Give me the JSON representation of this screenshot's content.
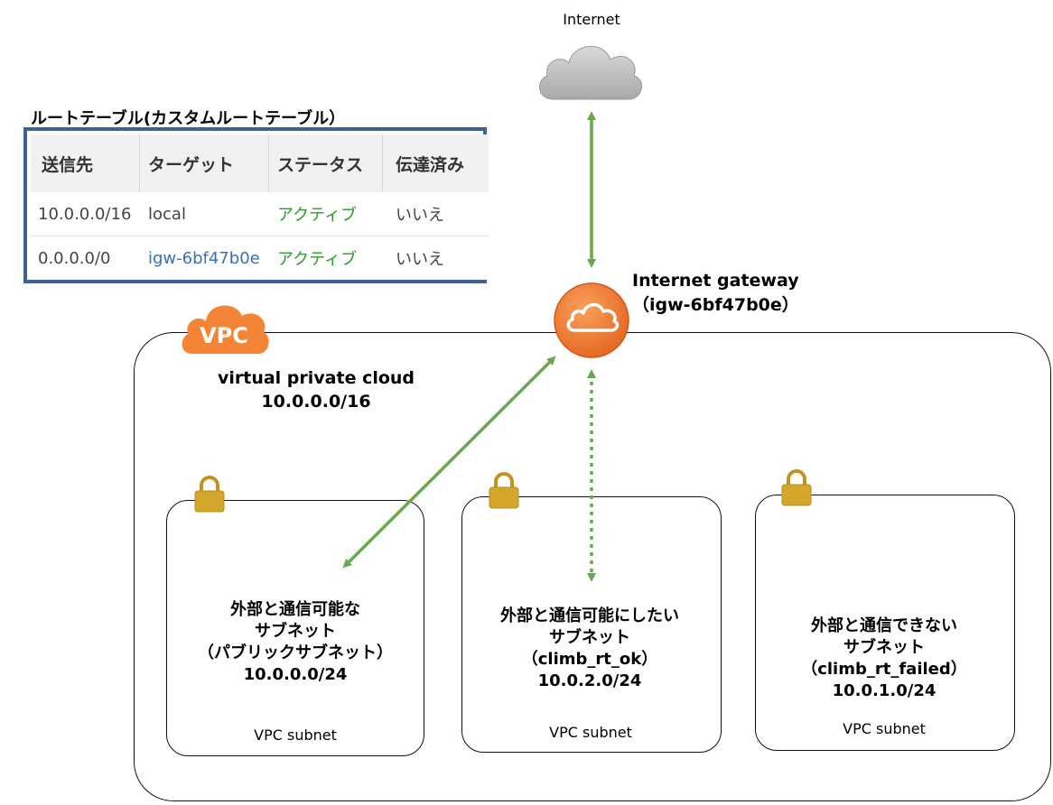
{
  "internet": {
    "label": "Internet"
  },
  "route_table": {
    "title": "ルートテーブル(カスタムルートテーブル）",
    "columns": [
      "送信先",
      "ターゲット",
      "ステータス",
      "伝達済み"
    ],
    "rows": [
      {
        "destination": "10.0.0.0/16",
        "target": "local",
        "status": "アクティブ",
        "propagated": "いいえ"
      },
      {
        "destination": "0.0.0.0/0",
        "target": "igw-6bf47b0e",
        "status": "アクティブ",
        "propagated": "いいえ"
      }
    ]
  },
  "gateway": {
    "name": "Internet gateway",
    "id": "（igw-6bf47b0e）"
  },
  "vpc": {
    "badge": "VPC",
    "name": "virtual private cloud",
    "cidr": "10.0.0.0/16"
  },
  "subnets": [
    {
      "line1": "外部と通信可能な",
      "line2": "サブネット",
      "line3": "（パブリックサブネット）",
      "cidr": "10.0.0.0/24",
      "caption": "VPC subnet"
    },
    {
      "line1": "外部と通信可能にしたい",
      "line2": "サブネット",
      "line3": "（climb_rt_ok）",
      "cidr": "10.0.2.0/24",
      "caption": "VPC subnet"
    },
    {
      "line1": "外部と通信できない",
      "line2": "サブネット",
      "line3": "（climb_rt_failed）",
      "cidr": "10.0.1.0/24",
      "caption": "VPC subnet"
    }
  ],
  "colors": {
    "arrow": "#6aa84f",
    "route_table_border": "#3d6191",
    "gateway_orange": "#f58536",
    "vpc_orange": "#f58536",
    "lock_gold": "#d4a72c",
    "active_green": "#2a9c2a",
    "link_blue": "#3b6fb6"
  },
  "icons": [
    "cloud-icon",
    "internet-gateway-icon",
    "vpc-cloud-icon",
    "lock-icon"
  ]
}
